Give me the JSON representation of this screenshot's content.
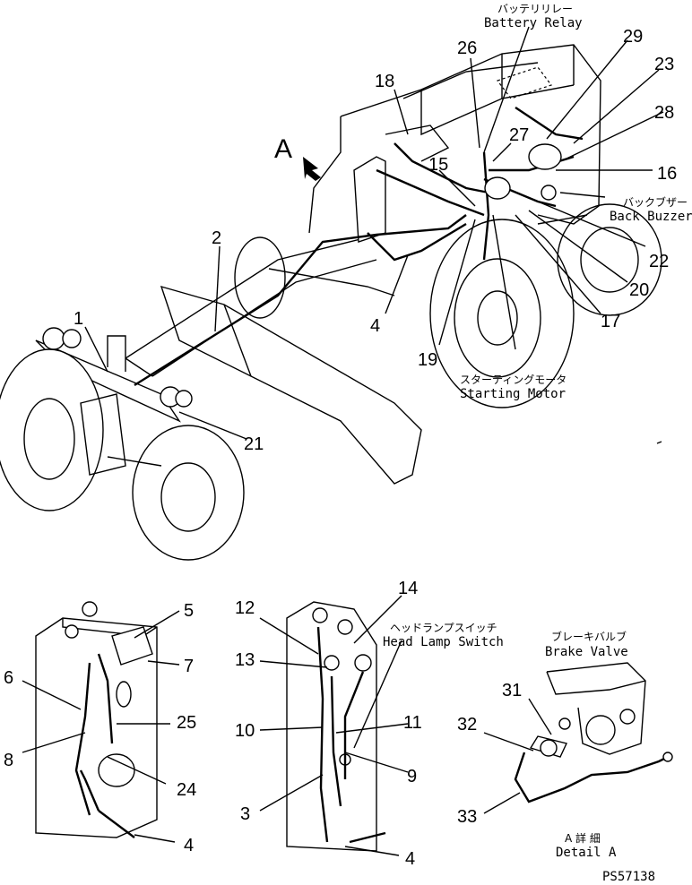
{
  "labels": {
    "battery_relay_jp": "バッテリリレー",
    "battery_relay_en": "Battery Relay",
    "back_buzzer_jp": "バックブザー",
    "back_buzzer_en": "Back Buzzer",
    "starting_motor_jp": "スターティングモータ",
    "starting_motor_en": "Starting Motor",
    "head_lamp_switch_jp": "ヘッドランプスイッチ",
    "head_lamp_switch_en": "Head Lamp Switch",
    "brake_valve_jp": "ブレーキバルブ",
    "brake_valve_en": "Brake Valve",
    "detail_jp": "A 詳 細",
    "detail_en": "Detail A",
    "view_arrow": "A",
    "figure_code": "PS57138"
  },
  "callouts": {
    "n1": "1",
    "n2": "2",
    "n3": "3",
    "n4a": "4",
    "n4b": "4",
    "n4c": "4",
    "n5": "5",
    "n6": "6",
    "n7": "7",
    "n8": "8",
    "n9": "9",
    "n10": "10",
    "n11": "11",
    "n12": "12",
    "n13": "13",
    "n14": "14",
    "n15": "15",
    "n16": "16",
    "n17": "17",
    "n18": "18",
    "n19": "19",
    "n20": "20",
    "n21": "21",
    "n22": "22",
    "n23": "23",
    "n24": "24",
    "n25": "25",
    "n26": "26",
    "n27": "27",
    "n28": "28",
    "n29": "29",
    "n31": "31",
    "n32": "32",
    "n33": "33"
  }
}
